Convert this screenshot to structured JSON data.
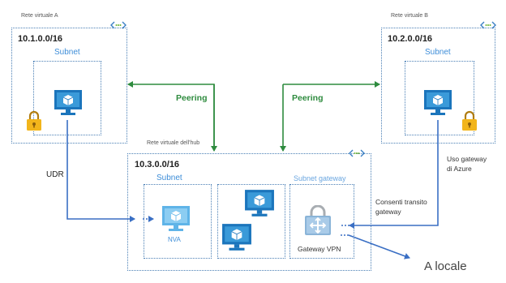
{
  "vnet_a": {
    "title": "Rete virtuale A",
    "cidr": "10.1.0.0/16",
    "subnet": "Subnet"
  },
  "vnet_b": {
    "title": "Rete virtuale B",
    "cidr": "10.2.0.0/16",
    "subnet": "Subnet"
  },
  "hub": {
    "title": "Rete virtuale dell'hub",
    "cidr": "10.3.0.0/16",
    "subnet": "Subnet",
    "gateway_subnet": "Subnet gateway"
  },
  "labels": {
    "peering_left": "Peering",
    "peering_right": "Peering",
    "udr": "UDR",
    "nva": "NVA",
    "vpn_gateway": "Gateway VPN",
    "use_gateway_line1": "Uso gateway",
    "use_gateway_line2": "di Azure",
    "transit_line1": "Consenti transito",
    "transit_line2": "gateway",
    "on_premises": "A locale"
  },
  "colors": {
    "box_border": "#4a7fb5",
    "peering_green": "#2e8b3e",
    "route_blue": "#3a6fc4",
    "monitor_blue": "#1b75bc",
    "lock_gold": "#f2b51b"
  }
}
